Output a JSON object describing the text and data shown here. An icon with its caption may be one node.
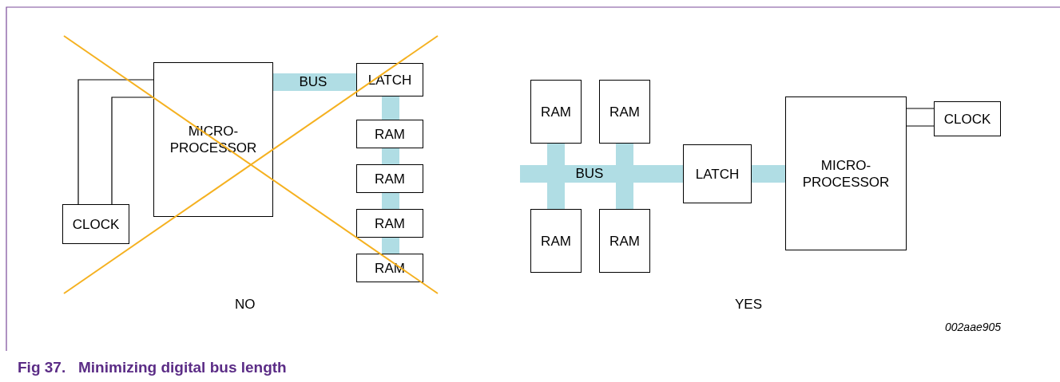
{
  "diagram": {
    "caption": "Fig 37.   Minimizing digital bus length",
    "nodes": [
      {
        "text": [
          "MICRO- PROCESSOR"
        ]
      },
      {
        "text": [
          "CLOCK"
        ]
      },
      {
        "text": [
          "LATCH"
        ]
      },
      {
        "text": [
          "RAM"
        ]
      },
      {
        "text": [
          "RAM"
        ]
      },
      {
        "text": [
          "RAM"
        ]
      },
      {
        "text": [
          "RAM"
        ]
      },
      {
        "text": [
          "RAM"
        ]
      },
      {
        "text": [
          "RAM"
        ]
      },
      {
        "text": [
          "RAM"
        ]
      },
      {
        "text": [
          "RAM"
        ]
      },
      {
        "text": [
          "LATCH"
        ]
      },
      {
        "text": [
          "MICRO- PROCESSOR"
        ]
      },
      {
        "text": [
          "CLOCK"
        ]
      }
    ],
    "edges": [
      {
        "from": 0,
        "to": 2,
        "arrow": "none",
        "label": "BUS"
      },
      {
        "from": 2,
        "to": 3,
        "arrow": "none"
      },
      {
        "from": 3,
        "to": 4,
        "arrow": "none"
      },
      {
        "from": 4,
        "to": 5,
        "arrow": "none"
      },
      {
        "from": 5,
        "to": 6,
        "arrow": "none"
      },
      {
        "from": 1,
        "to": 0,
        "arrow": "none",
        "color": "#000000"
      },
      {
        "from": 1,
        "to": 0,
        "arrow": "none",
        "color": "#000000"
      },
      {
        "from": 7,
        "to": 11,
        "arrow": "none",
        "label": "BUS"
      },
      {
        "from": 9,
        "to": 11,
        "arrow": "none"
      },
      {
        "from": 8,
        "to": 11,
        "arrow": "none"
      },
      {
        "from": 10,
        "to": 11,
        "arrow": "none"
      },
      {
        "from": 11,
        "to": 12,
        "arrow": "none"
      },
      {
        "from": 12,
        "to": 13,
        "arrow": "none",
        "color": "#000000"
      },
      {
        "from": 12,
        "to": 13,
        "arrow": "none",
        "color": "#000000"
      }
    ],
    "labels": [
      "NO",
      "YES",
      "002aae905"
    ]
  }
}
